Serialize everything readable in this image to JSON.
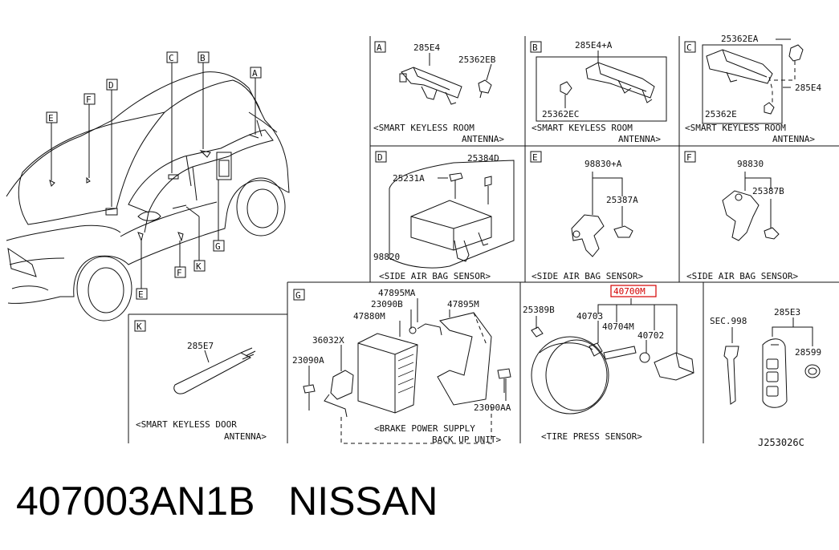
{
  "panels": {
    "A": {
      "letter": "A",
      "part1": "285E4",
      "part2": "25362EB",
      "caption1": "<SMART KEYLESS ROOM",
      "caption2": "ANTENNA>"
    },
    "B": {
      "letter": "B",
      "part1": "285E4+A",
      "part2": "25362EC",
      "caption1": "<SMART KEYLESS ROOM",
      "caption2": "ANTENNA>"
    },
    "C": {
      "letter": "C",
      "part1": "25362EA",
      "part2": "285E4",
      "part3": "25362E",
      "caption1": "<SMART KEYLESS ROOM",
      "caption2": "ANTENNA>"
    },
    "D": {
      "letter": "D",
      "part1": "25384D",
      "part2": "25231A",
      "part3": "98820",
      "caption": "<SIDE AIR BAG SENSOR>"
    },
    "E": {
      "letter": "E",
      "part1": "98830+A",
      "part2": "25387A",
      "caption": "<SIDE AIR BAG SENSOR>"
    },
    "F": {
      "letter": "F",
      "part1": "98830",
      "part2": "25387B",
      "caption": "<SIDE AIR BAG SENSOR>"
    },
    "G": {
      "letter": "G",
      "parts": {
        "p47895MA": "47895MA",
        "p23090B": "23090B",
        "p47895M": "47895M",
        "p47880M": "47880M",
        "p36032X": "36032X",
        "p23090A": "23090A",
        "p23090AA": "23090AA"
      },
      "caption1": "<BRAKE POWER SUPPLY",
      "caption2": "BACK UP UNIT>"
    },
    "K": {
      "letter": "K",
      "part1": "285E7",
      "caption1": "<SMART KEYLESS DOOR",
      "caption2": "ANTENNA>"
    },
    "tire": {
      "p25389B": "25389B",
      "p40700M": "40700M",
      "p40703": "40703",
      "p40704M": "40704M",
      "p40702": "40702",
      "caption": "<TIRE PRESS SENSOR>"
    },
    "key": {
      "p998": "SEC.998",
      "p285E3": "285E3",
      "p28599": "28599"
    }
  },
  "car_callouts": [
    "A",
    "B",
    "C",
    "D",
    "E",
    "F",
    "G",
    "K",
    "E",
    "F"
  ],
  "diagram_code": "J253026C",
  "footer": {
    "part_number": "407003AN1B",
    "brand": "NISSAN"
  },
  "colors": {
    "highlight": "#d40000",
    "line": "#111111",
    "background": "#ffffff"
  }
}
